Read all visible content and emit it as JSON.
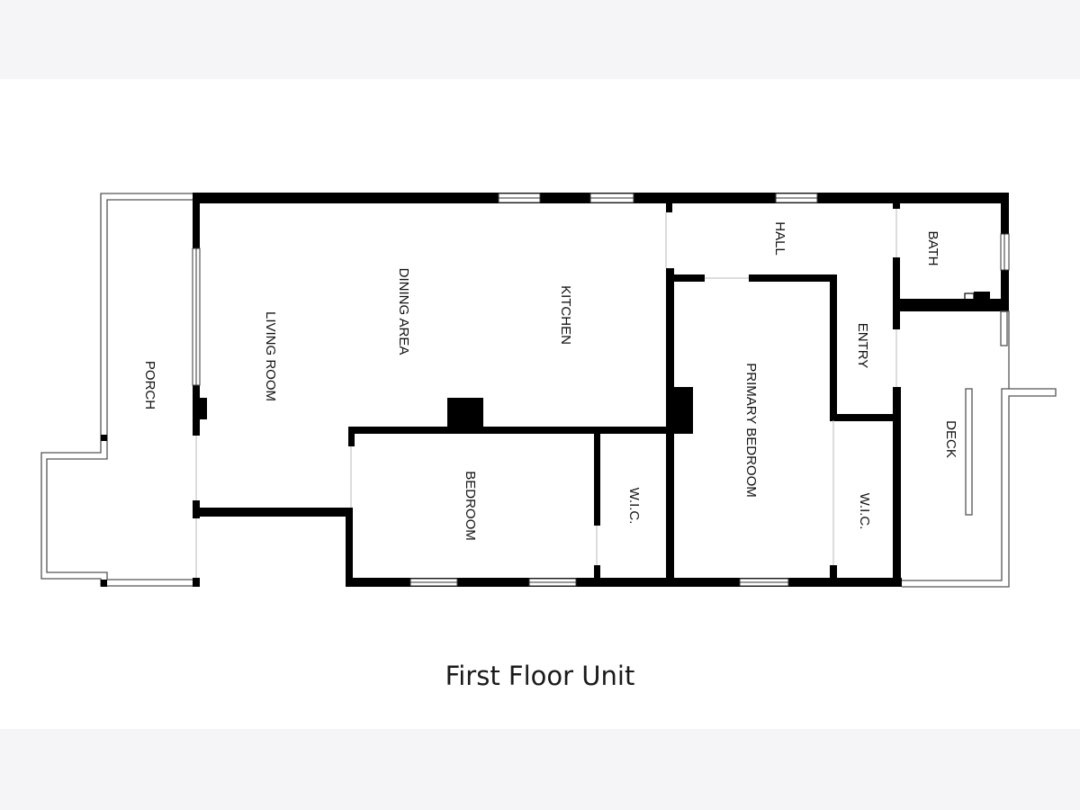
{
  "caption": "First Floor Unit",
  "rooms": {
    "porch": "PORCH",
    "living_room": "LIVING ROOM",
    "dining_area": "DINING AREA",
    "kitchen": "KITCHEN",
    "hall": "HALL",
    "bath": "BATH",
    "entry": "ENTRY",
    "primary_bedroom": "PRIMARY BEDROOM",
    "bedroom": "BEDROOM",
    "wic_bedroom": "W.I.C.",
    "wic_primary": "W.I.C.",
    "deck": "DECK"
  },
  "colors": {
    "wall": "#000000",
    "background": "#ffffff",
    "page": "#f5f5f7"
  }
}
